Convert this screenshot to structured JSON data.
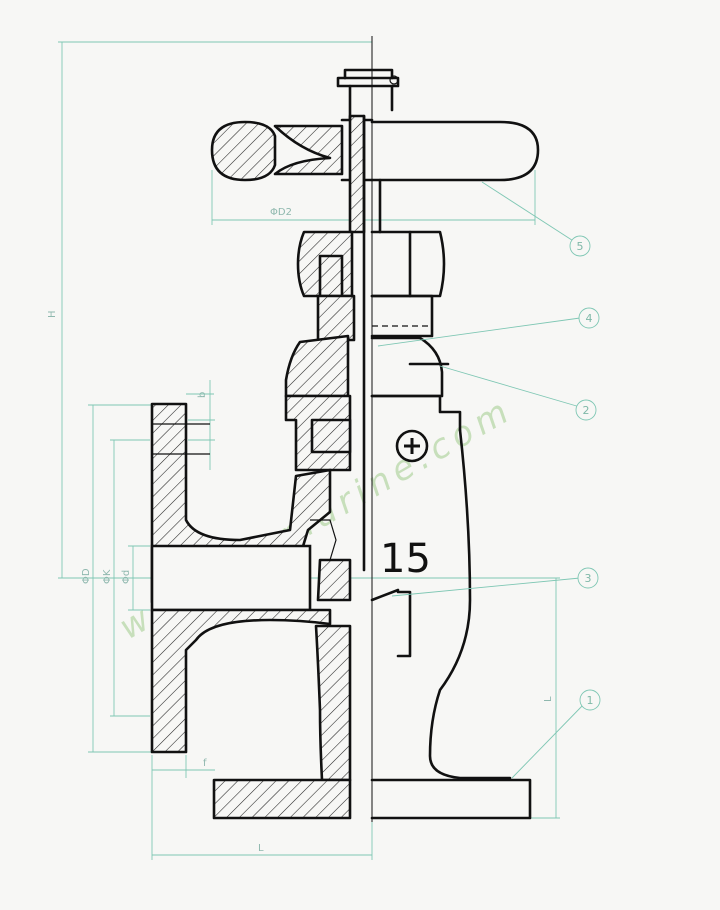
{
  "diagram": {
    "body_marking": "15",
    "watermark": "www.kfcmarine.com",
    "dimension_labels": {
      "handwheel_diameter": "ΦD2",
      "height": "H",
      "flange_outer": "ΦD",
      "bolt_circle": "ΦK",
      "bore": "Φd",
      "flange_thickness": "b",
      "face_offset": "f",
      "port_height": "L",
      "length": "L"
    },
    "callouts": [
      "1",
      "2",
      "3",
      "4",
      "5"
    ]
  }
}
